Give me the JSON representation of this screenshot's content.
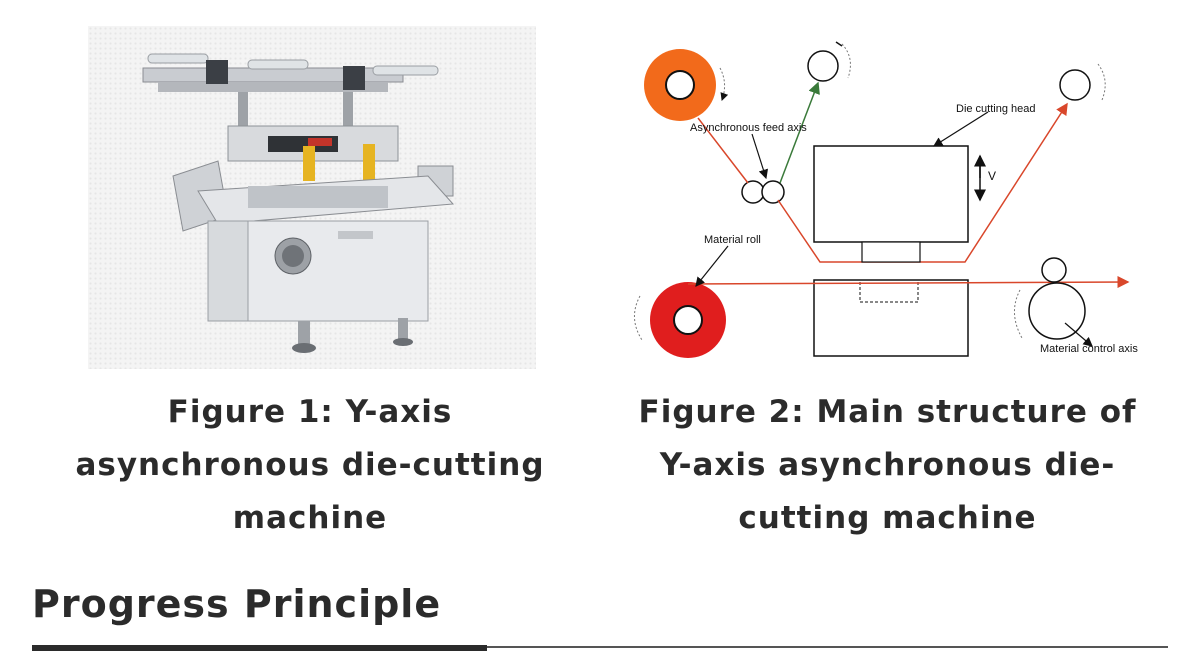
{
  "figure1": {
    "caption_line1": "Figure 1: Y-axis",
    "caption_line2": "asynchronous die-cutting",
    "caption_line3": "machine"
  },
  "figure2": {
    "caption_line1": "Figure 2: Main structure of",
    "caption_line2": "Y-axis asynchronous die-",
    "caption_line3": "cutting machine",
    "labels": {
      "async_feed_axis": "Asynchronous feed axis",
      "die_cutting_head": "Die cutting head",
      "v": "V",
      "material_roll": "Material roll",
      "material_control_axis": "Material control axis"
    },
    "colors": {
      "orange_roll": "#f26a1b",
      "red_roll": "#e01e1e",
      "path_line": "#d9472b",
      "feed_line": "#3a7a3a"
    }
  },
  "section": {
    "heading": "Progress Principle"
  }
}
